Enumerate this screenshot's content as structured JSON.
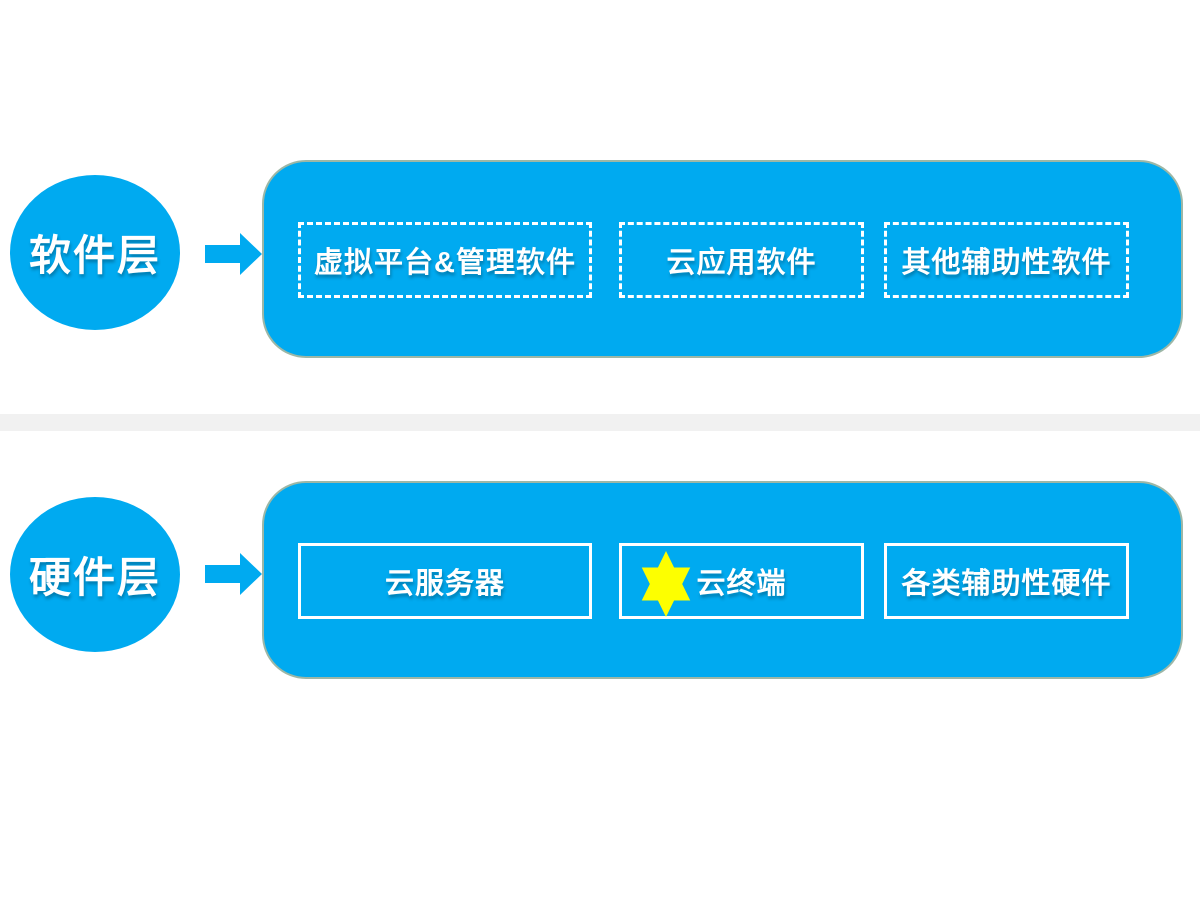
{
  "colors": {
    "primary_blue": "#00aaf0",
    "band_gray": "#f1f1f1",
    "panel_border": "#9db7a6",
    "star_yellow": "#fdff00",
    "text_white": "#ffffff"
  },
  "layers": [
    {
      "id": "software",
      "circle_label": "软件层",
      "items": [
        {
          "label": "虚拟平台&管理软件",
          "border": "dashed"
        },
        {
          "label": "云应用软件",
          "border": "dashed"
        },
        {
          "label": "其他辅助性软件",
          "border": "dashed"
        }
      ]
    },
    {
      "id": "hardware",
      "circle_label": "硬件层",
      "items": [
        {
          "label": "云服务器",
          "border": "solid"
        },
        {
          "label": "云终端",
          "border": "solid",
          "icon": "six-pointed-star"
        },
        {
          "label": "各类辅助性硬件",
          "border": "solid"
        }
      ]
    }
  ]
}
